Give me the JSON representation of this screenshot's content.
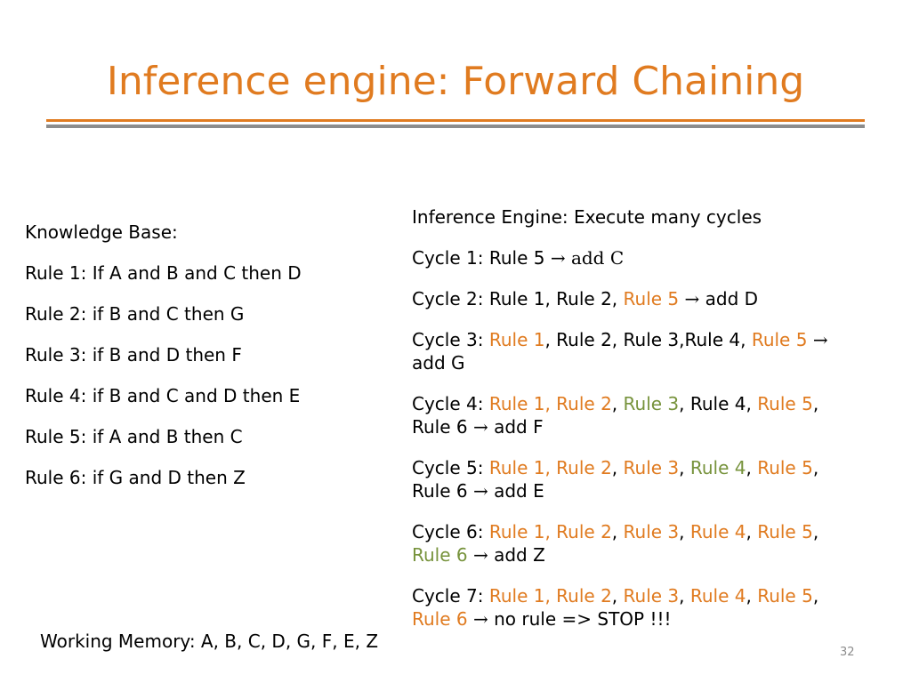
{
  "title": "Inference engine: Forward Chaining",
  "knowledge_base": {
    "heading": "Knowledge Base:",
    "rules": [
      "Rule 1: If A and B and C then D",
      "Rule 2: if B and C then G",
      "Rule 3: if B and D then F",
      "Rule 4: if B and C and D then E",
      "Rule 5: if A and B then C",
      "Rule 6: if G and D then Z"
    ]
  },
  "inference_engine": {
    "heading": "Inference Engine: Execute many cycles",
    "arrow": "→",
    "cycles": [
      {
        "label": "Cycle 1: ",
        "rules": "Rule 5 ",
        "result": "add C"
      },
      {
        "label": "Cycle 2: ",
        "rules_plain": "Rule 1, Rule 2, ",
        "fired": "Rule 5",
        "result": "add D"
      },
      {
        "label": "Cycle 3: ",
        "fired1": "Rule 1",
        "mid": ", Rule 2, Rule 3,Rule 4, ",
        "fired2": "Rule 5",
        "result": "add G"
      },
      {
        "label": "Cycle 4: ",
        "r1": "Rule 1, Rule 2",
        "sep1": ", ",
        "r3": "Rule 3",
        "sep2": ", Rule 4, ",
        "r5": "Rule 5",
        "sep3": ",",
        "r6": "Rule 6 ",
        "result": "add F"
      },
      {
        "label": "Cycle 5: ",
        "r1": "Rule 1, Rule 2",
        "sep1": ", ",
        "r3": "Rule 3",
        "sep2": ", ",
        "r4": "Rule 4",
        "sep3": ", ",
        "r5": "Rule 5",
        "sep4": ",",
        "r6": "Rule 6 ",
        "result": "add E"
      },
      {
        "label": "Cycle 6: ",
        "r1": "Rule 1, Rule 2",
        "sep1": ", ",
        "r3": "Rule 3",
        "sep2": ", ",
        "r4": "Rule 4",
        "sep3": ", ",
        "r5": "Rule 5",
        "sep4": ",",
        "r6": "Rule 6",
        "result": "add Z"
      },
      {
        "label": "Cycle 7: ",
        "r1": "Rule 1, Rule 2",
        "sep1": ", ",
        "r3": "Rule 3",
        "sep2": ", ",
        "r4": "Rule 4",
        "sep3": ", ",
        "r5": "Rule 5",
        "sep4": ",",
        "r6": "Rule 6",
        "result": "no rule => STOP !!!"
      }
    ]
  },
  "working_memory": "Working Memory: A, B, C, D, G, F, E, Z",
  "page_number": "32",
  "colors": {
    "accent": "#e07b20",
    "green": "#77933c",
    "divider": "#8c8c8c"
  }
}
